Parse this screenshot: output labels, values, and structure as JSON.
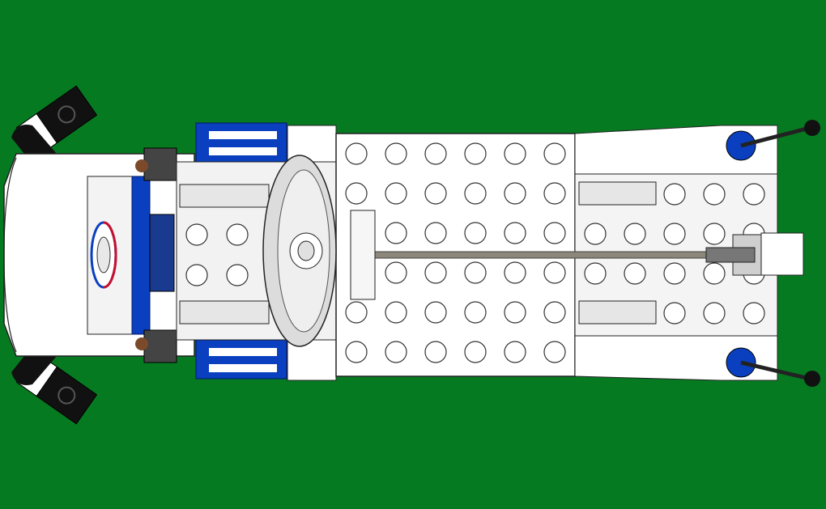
{
  "scene": {
    "subject": "lego-vehicle-top-view",
    "background_color": "#067a21",
    "colors": {
      "white": "#ffffff",
      "light_gray": "#e6e6e6",
      "mid_gray": "#bfbfbf",
      "dark": "#111111",
      "blue": "#0a3fbf",
      "brown": "#7a4a2a",
      "rod": "#8c877a",
      "logo_red": "#c8102e"
    },
    "stud_columns": 6,
    "stud_rows": 6,
    "icons": [
      "wheel-icon",
      "logo-icon",
      "lever-icon",
      "pulley-icon"
    ]
  }
}
